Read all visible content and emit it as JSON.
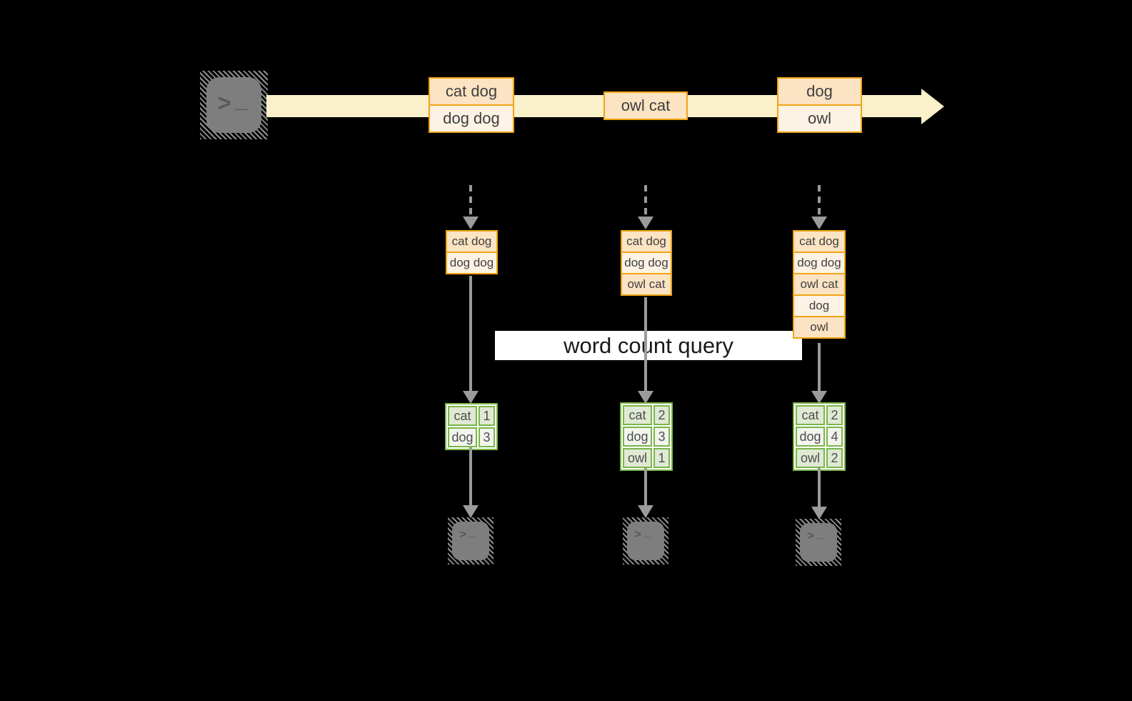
{
  "banner": {
    "label": "word count query"
  },
  "stream": {
    "batches": [
      [
        "cat dog",
        "dog dog"
      ],
      [
        "owl cat"
      ],
      [
        "dog",
        "owl"
      ]
    ]
  },
  "workers": [
    {
      "buffer": [
        "cat dog",
        "dog dog"
      ],
      "counts": [
        [
          "cat",
          "1"
        ],
        [
          "dog",
          "3"
        ]
      ]
    },
    {
      "buffer": [
        "cat dog",
        "dog dog",
        "owl cat"
      ],
      "counts": [
        [
          "cat",
          "2"
        ],
        [
          "dog",
          "3"
        ],
        [
          "owl",
          "1"
        ]
      ]
    },
    {
      "buffer": [
        "cat dog",
        "dog dog",
        "owl cat",
        "dog",
        "owl"
      ],
      "counts": [
        [
          "cat",
          "2"
        ],
        [
          "dog",
          "4"
        ],
        [
          "owl",
          "2"
        ]
      ]
    }
  ],
  "icons": {
    "terminal_prompt_chevron": ">",
    "terminal_prompt_underscore": "_"
  },
  "colors": {
    "amber": "#F0A412",
    "peach": "#FBE3C3",
    "cream": "#FDF3E4",
    "stream": "#FAF0C9",
    "gray": "#9B9B9B",
    "green": "#7AB648",
    "green-light": "#DFE9D4",
    "green-lighter": "#F2F5EE",
    "terminal-body": "#7E7E7E",
    "banner-bg": "#FFFFFF",
    "banner-text": "#1A1A1A",
    "box-text": "#3F3F3F"
  }
}
